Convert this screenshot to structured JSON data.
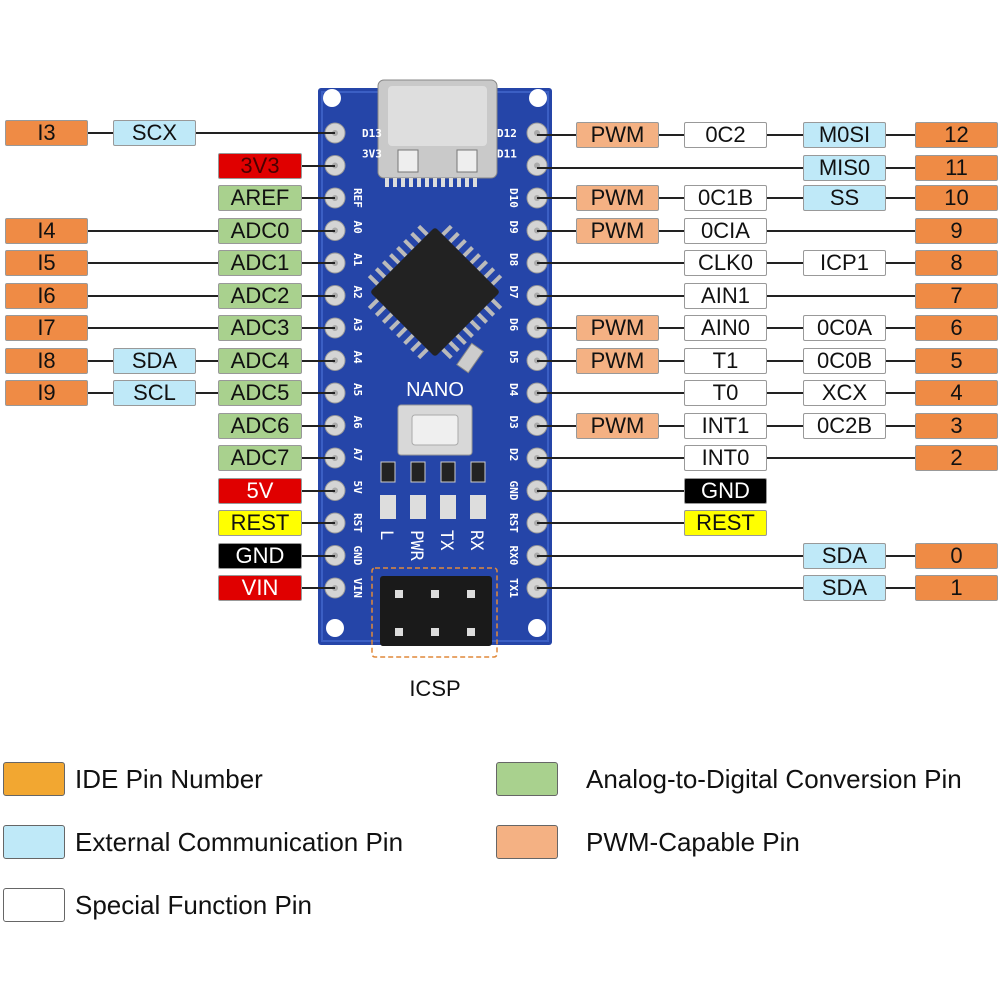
{
  "colors": {
    "ide": "#ef8b45",
    "comm": "#bfe9f8",
    "adc": "#a9d18e",
    "pwm": "#f4b183",
    "special": "#ffffff",
    "power": "#e00000",
    "gnd": "#000000",
    "reset": "#ffff00",
    "board": "#2545a8",
    "legend_ide": "#f2a731"
  },
  "left_pins": [
    {
      "board_label": "D13",
      "number": "I3",
      "comm": "SCX",
      "func": null
    },
    {
      "board_label": "3V3",
      "number": null,
      "comm": null,
      "func": {
        "text": "3V3",
        "type": "power"
      }
    },
    {
      "board_label": "REF",
      "number": null,
      "comm": null,
      "func": {
        "text": "AREF",
        "type": "adc"
      }
    },
    {
      "board_label": "A0",
      "number": "I4",
      "comm": null,
      "func": {
        "text": "ADC0",
        "type": "adc"
      }
    },
    {
      "board_label": "A1",
      "number": "I5",
      "comm": null,
      "func": {
        "text": "ADC1",
        "type": "adc"
      }
    },
    {
      "board_label": "A2",
      "number": "I6",
      "comm": null,
      "func": {
        "text": "ADC2",
        "type": "adc"
      }
    },
    {
      "board_label": "A3",
      "number": "I7",
      "comm": null,
      "func": {
        "text": "ADC3",
        "type": "adc"
      }
    },
    {
      "board_label": "A4",
      "number": "I8",
      "comm": "SDA",
      "func": {
        "text": "ADC4",
        "type": "adc"
      }
    },
    {
      "board_label": "A5",
      "number": "I9",
      "comm": "SCL",
      "func": {
        "text": "ADC5",
        "type": "adc"
      }
    },
    {
      "board_label": "A6",
      "number": null,
      "comm": null,
      "func": {
        "text": "ADC6",
        "type": "adc"
      }
    },
    {
      "board_label": "A7",
      "number": null,
      "comm": null,
      "func": {
        "text": "ADC7",
        "type": "adc"
      }
    },
    {
      "board_label": "5V",
      "number": null,
      "comm": null,
      "func": {
        "text": "5V",
        "type": "power"
      }
    },
    {
      "board_label": "RST",
      "number": null,
      "comm": null,
      "func": {
        "text": "REST",
        "type": "reset"
      }
    },
    {
      "board_label": "GND",
      "number": null,
      "comm": null,
      "func": {
        "text": "GND",
        "type": "gnd"
      }
    },
    {
      "board_label": "VIN",
      "number": null,
      "comm": null,
      "func": {
        "text": "VIN",
        "type": "power"
      }
    }
  ],
  "right_pins": [
    {
      "board_label": "D12",
      "pwm": "PWM",
      "special": {
        "text": "0C2",
        "type": "special"
      },
      "second": {
        "text": "M0SI",
        "type": "comm"
      },
      "number": "12"
    },
    {
      "board_label": "D11",
      "pwm": null,
      "special": null,
      "second": {
        "text": "MIS0",
        "type": "comm"
      },
      "number": "11"
    },
    {
      "board_label": "D10",
      "pwm": "PWM",
      "special": {
        "text": "0C1B",
        "type": "special"
      },
      "second": {
        "text": "SS",
        "type": "comm"
      },
      "number": "10"
    },
    {
      "board_label": "D9",
      "pwm": "PWM",
      "special": {
        "text": "0CIA",
        "type": "special"
      },
      "second": null,
      "number": "9"
    },
    {
      "board_label": "D8",
      "pwm": null,
      "special": {
        "text": "CLK0",
        "type": "special"
      },
      "second": {
        "text": "ICP1",
        "type": "special"
      },
      "number": "8"
    },
    {
      "board_label": "D7",
      "pwm": null,
      "special": {
        "text": "AIN1",
        "type": "special"
      },
      "second": null,
      "number": "7"
    },
    {
      "board_label": "D6",
      "pwm": "PWM",
      "special": {
        "text": "AIN0",
        "type": "special"
      },
      "second": {
        "text": "0C0A",
        "type": "special"
      },
      "number": "6"
    },
    {
      "board_label": "D5",
      "pwm": "PWM",
      "special": {
        "text": "T1",
        "type": "special"
      },
      "second": {
        "text": "0C0B",
        "type": "special"
      },
      "number": "5"
    },
    {
      "board_label": "D4",
      "pwm": null,
      "special": {
        "text": "T0",
        "type": "special"
      },
      "second": {
        "text": "XCX",
        "type": "special"
      },
      "number": "4"
    },
    {
      "board_label": "D3",
      "pwm": "PWM",
      "special": {
        "text": "INT1",
        "type": "special"
      },
      "second": {
        "text": "0C2B",
        "type": "special"
      },
      "number": "3"
    },
    {
      "board_label": "D2",
      "pwm": null,
      "special": {
        "text": "INT0",
        "type": "special"
      },
      "second": null,
      "number": "2"
    },
    {
      "board_label": "GND",
      "pwm": null,
      "special": {
        "text": "GND",
        "type": "gnd"
      },
      "second": null,
      "number": null
    },
    {
      "board_label": "RST",
      "pwm": null,
      "special": {
        "text": "REST",
        "type": "reset"
      },
      "second": null,
      "number": null
    },
    {
      "board_label": "RX0",
      "pwm": null,
      "special": null,
      "second": {
        "text": "SDA",
        "type": "comm"
      },
      "number": "0"
    },
    {
      "board_label": "TX1",
      "pwm": null,
      "special": null,
      "second": {
        "text": "SDA",
        "type": "comm"
      },
      "number": "1"
    }
  ],
  "board": {
    "name": "NANO",
    "led_labels": [
      "L",
      "PWR",
      "TX",
      "RX"
    ],
    "icsp_label": "ICSP"
  },
  "legend": [
    {
      "type": "legend_ide",
      "text": "IDE Pin Number"
    },
    {
      "type": "comm",
      "text": "External Communication Pin"
    },
    {
      "type": "special",
      "text": "Special Function Pin"
    },
    {
      "type": "adc",
      "text": "Analog-to-Digital Conversion Pin"
    },
    {
      "type": "pwm",
      "text": "PWM-Capable Pin"
    }
  ]
}
